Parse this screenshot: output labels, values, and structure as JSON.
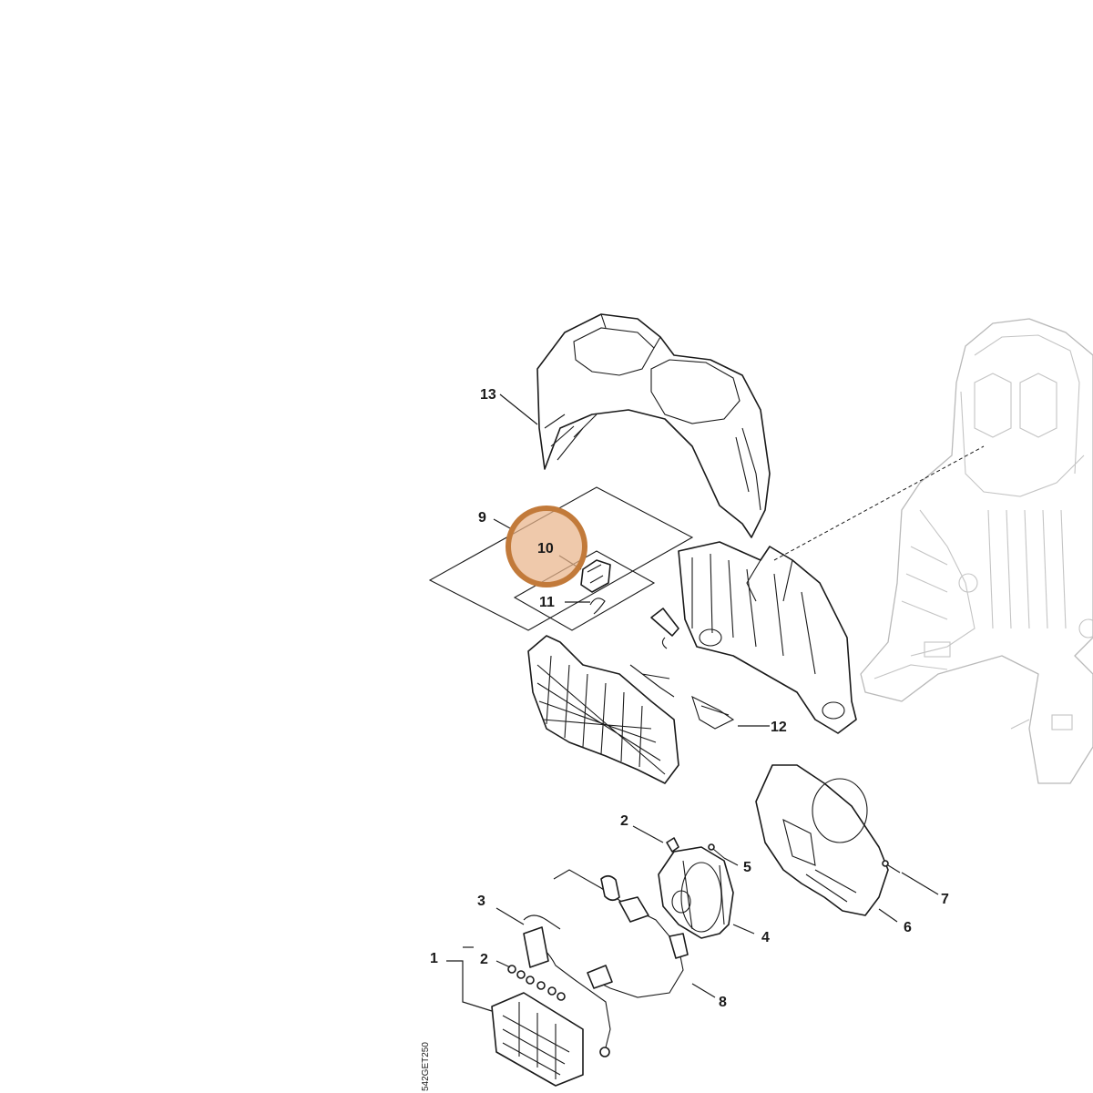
{
  "callouts": {
    "c1": "1",
    "c2a": "2",
    "c2b": "2",
    "c3": "3",
    "c4": "4",
    "c5": "5",
    "c6": "6",
    "c7": "7",
    "c8": "8",
    "c9": "9",
    "c10": "10",
    "c11": "11",
    "c12": "12",
    "c13": "13"
  },
  "highlight": {
    "part": "10",
    "color": "#e9b48a",
    "ring_color": "#c27a3a"
  },
  "reference_code": "542GET250",
  "colors": {
    "line": "#1a1a1a",
    "ghost_line": "#b9b9b9",
    "background": "#ffffff"
  }
}
